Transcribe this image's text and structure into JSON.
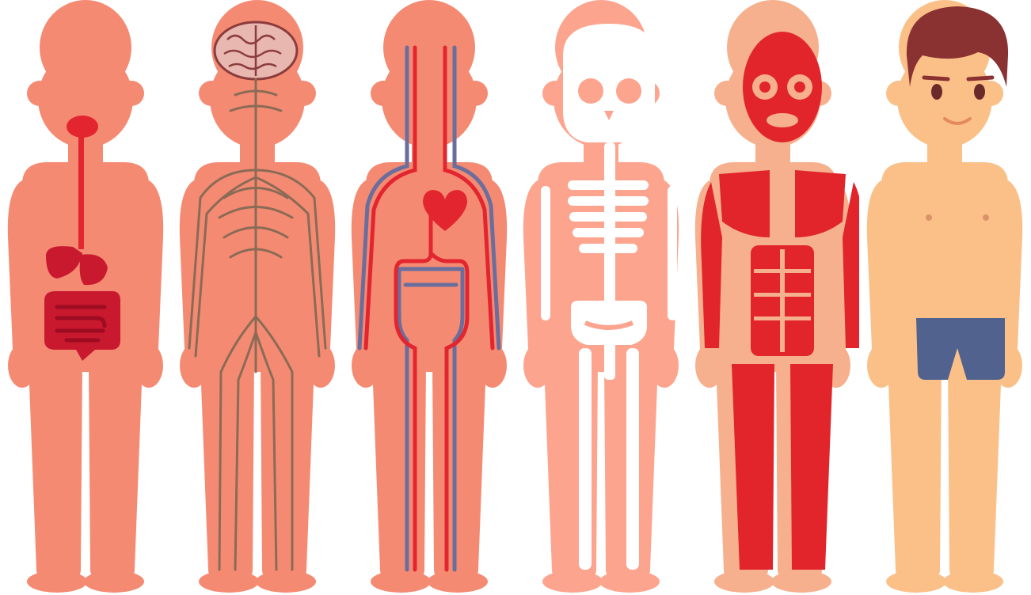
{
  "palette": {
    "background": "#ffffff",
    "body_salmon": "#f58a73",
    "body_light": "#fda48e",
    "organ_red": "#c8192f",
    "organ_dark": "#9e0c22",
    "brain": "#e8b7b0",
    "brain_line": "#8c3c3c",
    "nerve": "#8a6b55",
    "artery": "#e2252f",
    "vein": "#6a6e9c",
    "heart": "#e2252f",
    "bone": "#ffffff",
    "muscle": "#e1252b",
    "muscle_outline": "#f6b08d",
    "skin": "#fbc088",
    "hair": "#8a3131",
    "shorts": "#51628f",
    "eye": "#6b2a2a"
  },
  "figures": [
    {
      "name": "digestive-system",
      "organs": [
        "mouth",
        "esophagus",
        "liver",
        "stomach",
        "large-intestine",
        "small-intestine"
      ]
    },
    {
      "name": "nervous-system",
      "organs": [
        "brain",
        "spinal-cord",
        "nerves"
      ]
    },
    {
      "name": "circulatory-system",
      "organs": [
        "heart",
        "arteries",
        "veins"
      ]
    },
    {
      "name": "skeletal-system",
      "organs": [
        "skull",
        "ribcage",
        "spine",
        "pelvis",
        "limb-bones"
      ]
    },
    {
      "name": "muscular-system",
      "organs": [
        "facial-muscles",
        "pectorals",
        "abdominals",
        "limb-muscles"
      ]
    },
    {
      "name": "external-body",
      "organs": [
        "head",
        "hair",
        "face",
        "torso",
        "shorts",
        "legs"
      ]
    }
  ]
}
